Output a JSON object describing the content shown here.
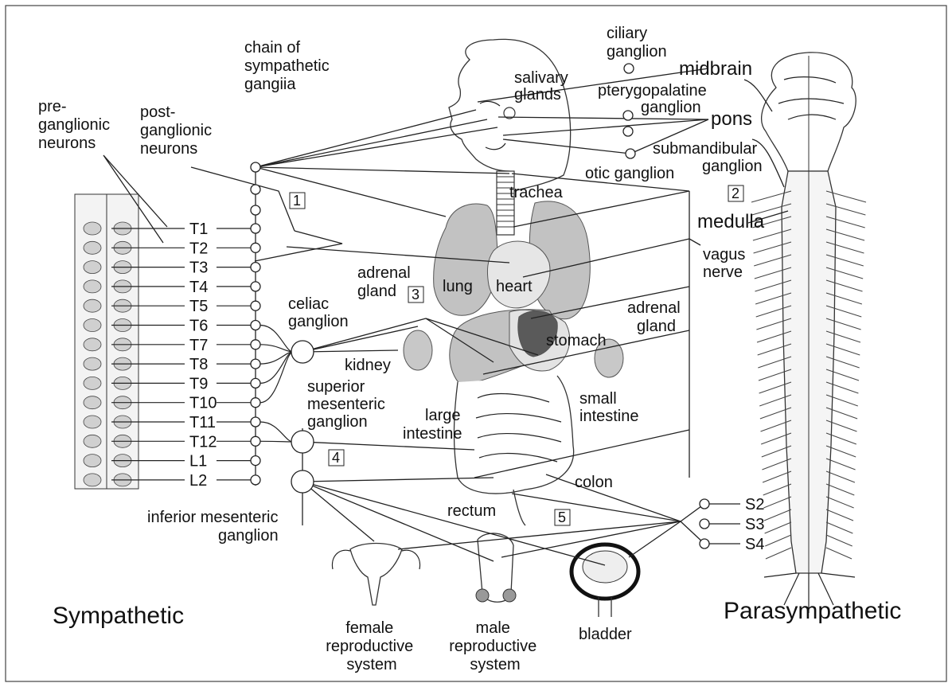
{
  "colors": {
    "organ_fill": "#c2c2c2",
    "organ_dark": "#5a5a5a",
    "organ_light": "#e6e6e6",
    "ink": "#222222"
  },
  "titles": {
    "left": "Sympathetic",
    "right": "Parasympathetic"
  },
  "labels": {
    "pre": [
      "pre-",
      "ganglionic",
      "neurons"
    ],
    "post": [
      "post-",
      "ganglionic",
      "neurons"
    ],
    "chain": [
      "chain of",
      "sympathetic",
      "gangiia"
    ],
    "ciliary": [
      "ciliary",
      "ganglion"
    ],
    "midbrain": "midbrain",
    "salivary": [
      "salivary",
      "glands"
    ],
    "ptery": [
      "pterygopalatine",
      "ganglion"
    ],
    "pons": "pons",
    "submand": [
      "submandibular",
      "ganglion"
    ],
    "otic": "otic ganglion",
    "trachea": "trachea",
    "medulla": "medulla",
    "vagus": [
      "vagus",
      "nerve"
    ],
    "lung": "lung",
    "heart": "heart",
    "adrenal_left": [
      "adrenal",
      "gland"
    ],
    "adrenal_right": [
      "adrenal",
      "gland"
    ],
    "celiac": [
      "celiac",
      "ganglion"
    ],
    "stomach": "stomach",
    "kidney": "kidney",
    "superior": [
      "superior",
      "mesenteric",
      "ganglion"
    ],
    "small_int": [
      "small",
      "intestine"
    ],
    "large_int": [
      "large",
      "intestine"
    ],
    "colon": "colon",
    "rectum": "rectum",
    "inferior": [
      "inferior mesenteric",
      "ganglion"
    ],
    "female": [
      "female",
      "reproductive",
      "system"
    ],
    "male": [
      "male",
      "reproductive",
      "system"
    ],
    "bladder": "bladder"
  },
  "boxes": [
    "1",
    "2",
    "3",
    "4",
    "5"
  ],
  "levels": [
    "T1",
    "T2",
    "T3",
    "T4",
    "T5",
    "T6",
    "T7",
    "T8",
    "T9",
    "T10",
    "T11",
    "T12",
    "L1",
    "L2"
  ],
  "sacral": [
    "S2",
    "S3",
    "S4"
  ]
}
